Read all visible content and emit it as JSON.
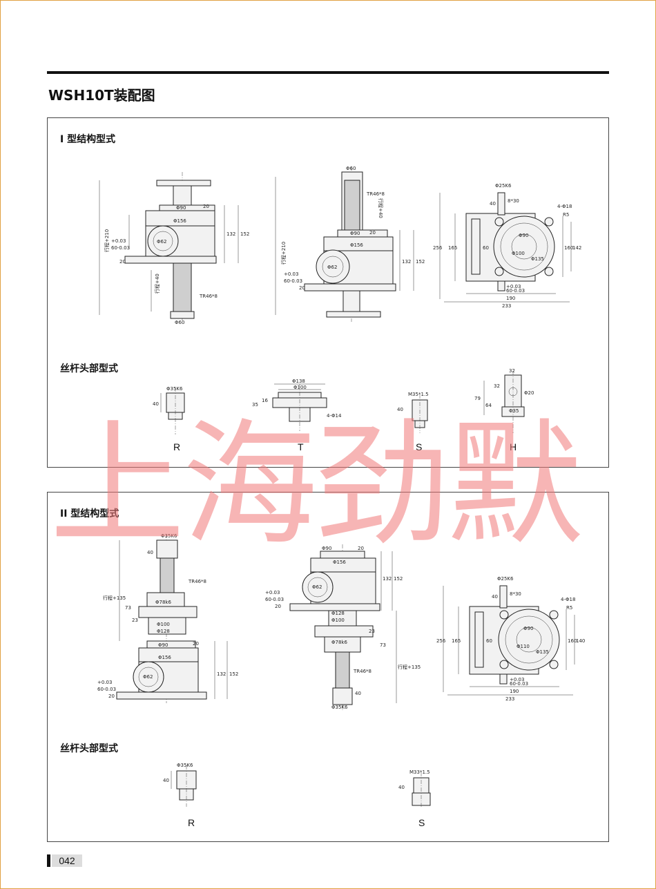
{
  "title": "WSH10T装配图",
  "watermark": "上海劲默",
  "page_number": "042",
  "panel1": {
    "heading": "I 型结构型式",
    "screw_heading": "丝杆头部型式",
    "side": {
      "stroke": "行程+210",
      "stroke40": "行程+40",
      "thread": "TR46*8",
      "d60": "Φ60",
      "d90": "Φ90",
      "d156": "Φ156",
      "d62": "Φ62",
      "h132": "132",
      "h152": "152",
      "h20": "20",
      "h20b": "20",
      "tol": "+0.03",
      "tol2": "60-0.03"
    },
    "mid": {
      "d60": "Φ60",
      "thread": "TR46*8",
      "stroke40": "行程+40",
      "stroke": "行程+210",
      "d90": "Φ90",
      "d156": "Φ156",
      "d62": "Φ62",
      "h132": "132",
      "h152": "152",
      "h20": "20",
      "h20b": "20",
      "tol": "+0.03",
      "tol2": "60-0.03"
    },
    "top": {
      "key": "Φ25K6",
      "keyway": "8*30",
      "holes": "4-Φ18",
      "r": "R5",
      "h40": "40",
      "h256": "256",
      "h165": "165",
      "h60": "60",
      "d90": "Φ90",
      "d100": "Φ100",
      "d135": "Φ135",
      "h160": "160",
      "h142": "142",
      "tol": "+0.03",
      "tol2": "60-0.03",
      "w190": "190",
      "w233": "233"
    },
    "heads": [
      {
        "letter": "R",
        "d": "Φ35K6",
        "h": "40"
      },
      {
        "letter": "T",
        "d138": "Φ138",
        "d100": "Φ100",
        "h35": "35",
        "h16": "16",
        "holes": "4-Φ14"
      },
      {
        "letter": "S",
        "thread": "M35*1.5",
        "h": "40"
      },
      {
        "letter": "H",
        "w32": "32",
        "h79": "79",
        "h64": "64",
        "h32": "32",
        "d": "Φ35",
        "d20": "Φ20"
      }
    ]
  },
  "panel2": {
    "heading": "II 型结构型式",
    "screw_heading": "丝杆头部型式",
    "side": {
      "key": "Φ35K6",
      "h40": "40",
      "thread": "TR46*8",
      "stroke": "行程+135",
      "d78": "Φ78k6",
      "h73": "73",
      "h23": "23",
      "d100": "Φ100",
      "d128": "Φ128",
      "d90": "Φ90",
      "d156": "Φ156",
      "d62": "Φ62",
      "h132": "132",
      "h152": "152",
      "h20": "20",
      "h20b": "20",
      "tol": "+0.03",
      "tol2": "60-0.03"
    },
    "mid": {
      "d90": "Φ90",
      "d156": "Φ156",
      "d62": "Φ62",
      "h132": "132",
      "h152": "152",
      "h20": "20",
      "h20b": "20",
      "tol": "+0.03",
      "tol2": "60-0.03",
      "d128": "Φ128",
      "d100": "Φ100",
      "h23": "23",
      "d78": "Φ78k6",
      "h73": "73",
      "thread": "TR46*8",
      "stroke": "行程+135",
      "h40": "40",
      "key": "Φ35K6"
    },
    "top": {
      "key": "Φ25K6",
      "keyway": "8*30",
      "holes": "4-Φ18",
      "r": "R5",
      "h40": "40",
      "h256": "256",
      "h165": "165",
      "h60": "60",
      "d90": "Φ90",
      "d110": "Φ110",
      "d135": "Φ135",
      "h160": "160",
      "h140": "140",
      "tol": "+0.03",
      "tol2": "60-0.03",
      "w190": "190",
      "w233": "233"
    },
    "heads": [
      {
        "letter": "R",
        "d": "Φ35K6",
        "h": "40"
      },
      {
        "letter": "S",
        "thread": "M33*1.5",
        "h": "40"
      }
    ]
  },
  "colors": {
    "watermark": "#f07878",
    "frame": "#e0a040",
    "line": "#222222"
  }
}
